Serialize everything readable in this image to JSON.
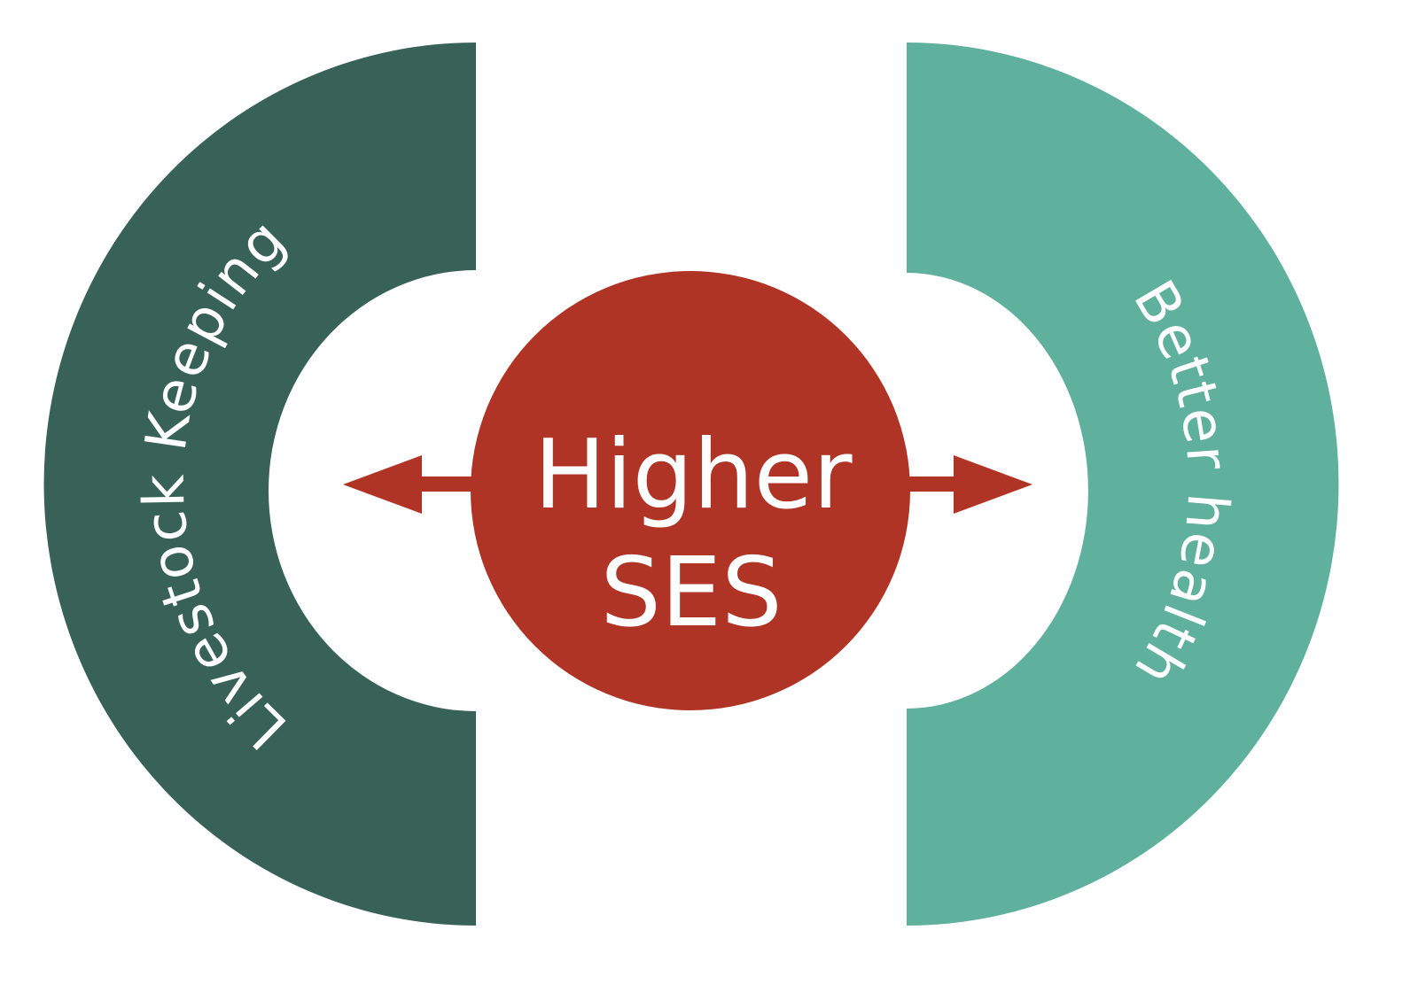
{
  "diagram": {
    "left_label": "Livestock Keeping",
    "right_label": "Better health",
    "center_line1": "Higher",
    "center_line2": "SES"
  },
  "colors": {
    "left_ring": "#386157",
    "right_ring": "#5fb09c",
    "center": "#b03425",
    "text": "#ffffff"
  }
}
